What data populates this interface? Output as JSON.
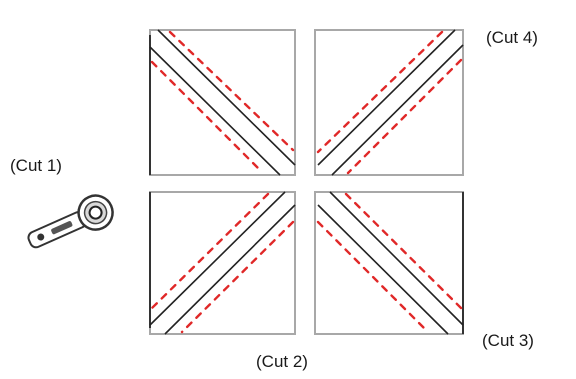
{
  "labels": {
    "cut1": "(Cut 1)",
    "cut2": "(Cut 2)",
    "cut3": "(Cut 3)",
    "cut4": "(Cut 4)"
  },
  "colors": {
    "sewing_line": "#e02828",
    "cut_line": "#222222",
    "square_outline": "#a8a8a8"
  },
  "icons": {
    "cutter": "rotary-cutter-icon"
  }
}
